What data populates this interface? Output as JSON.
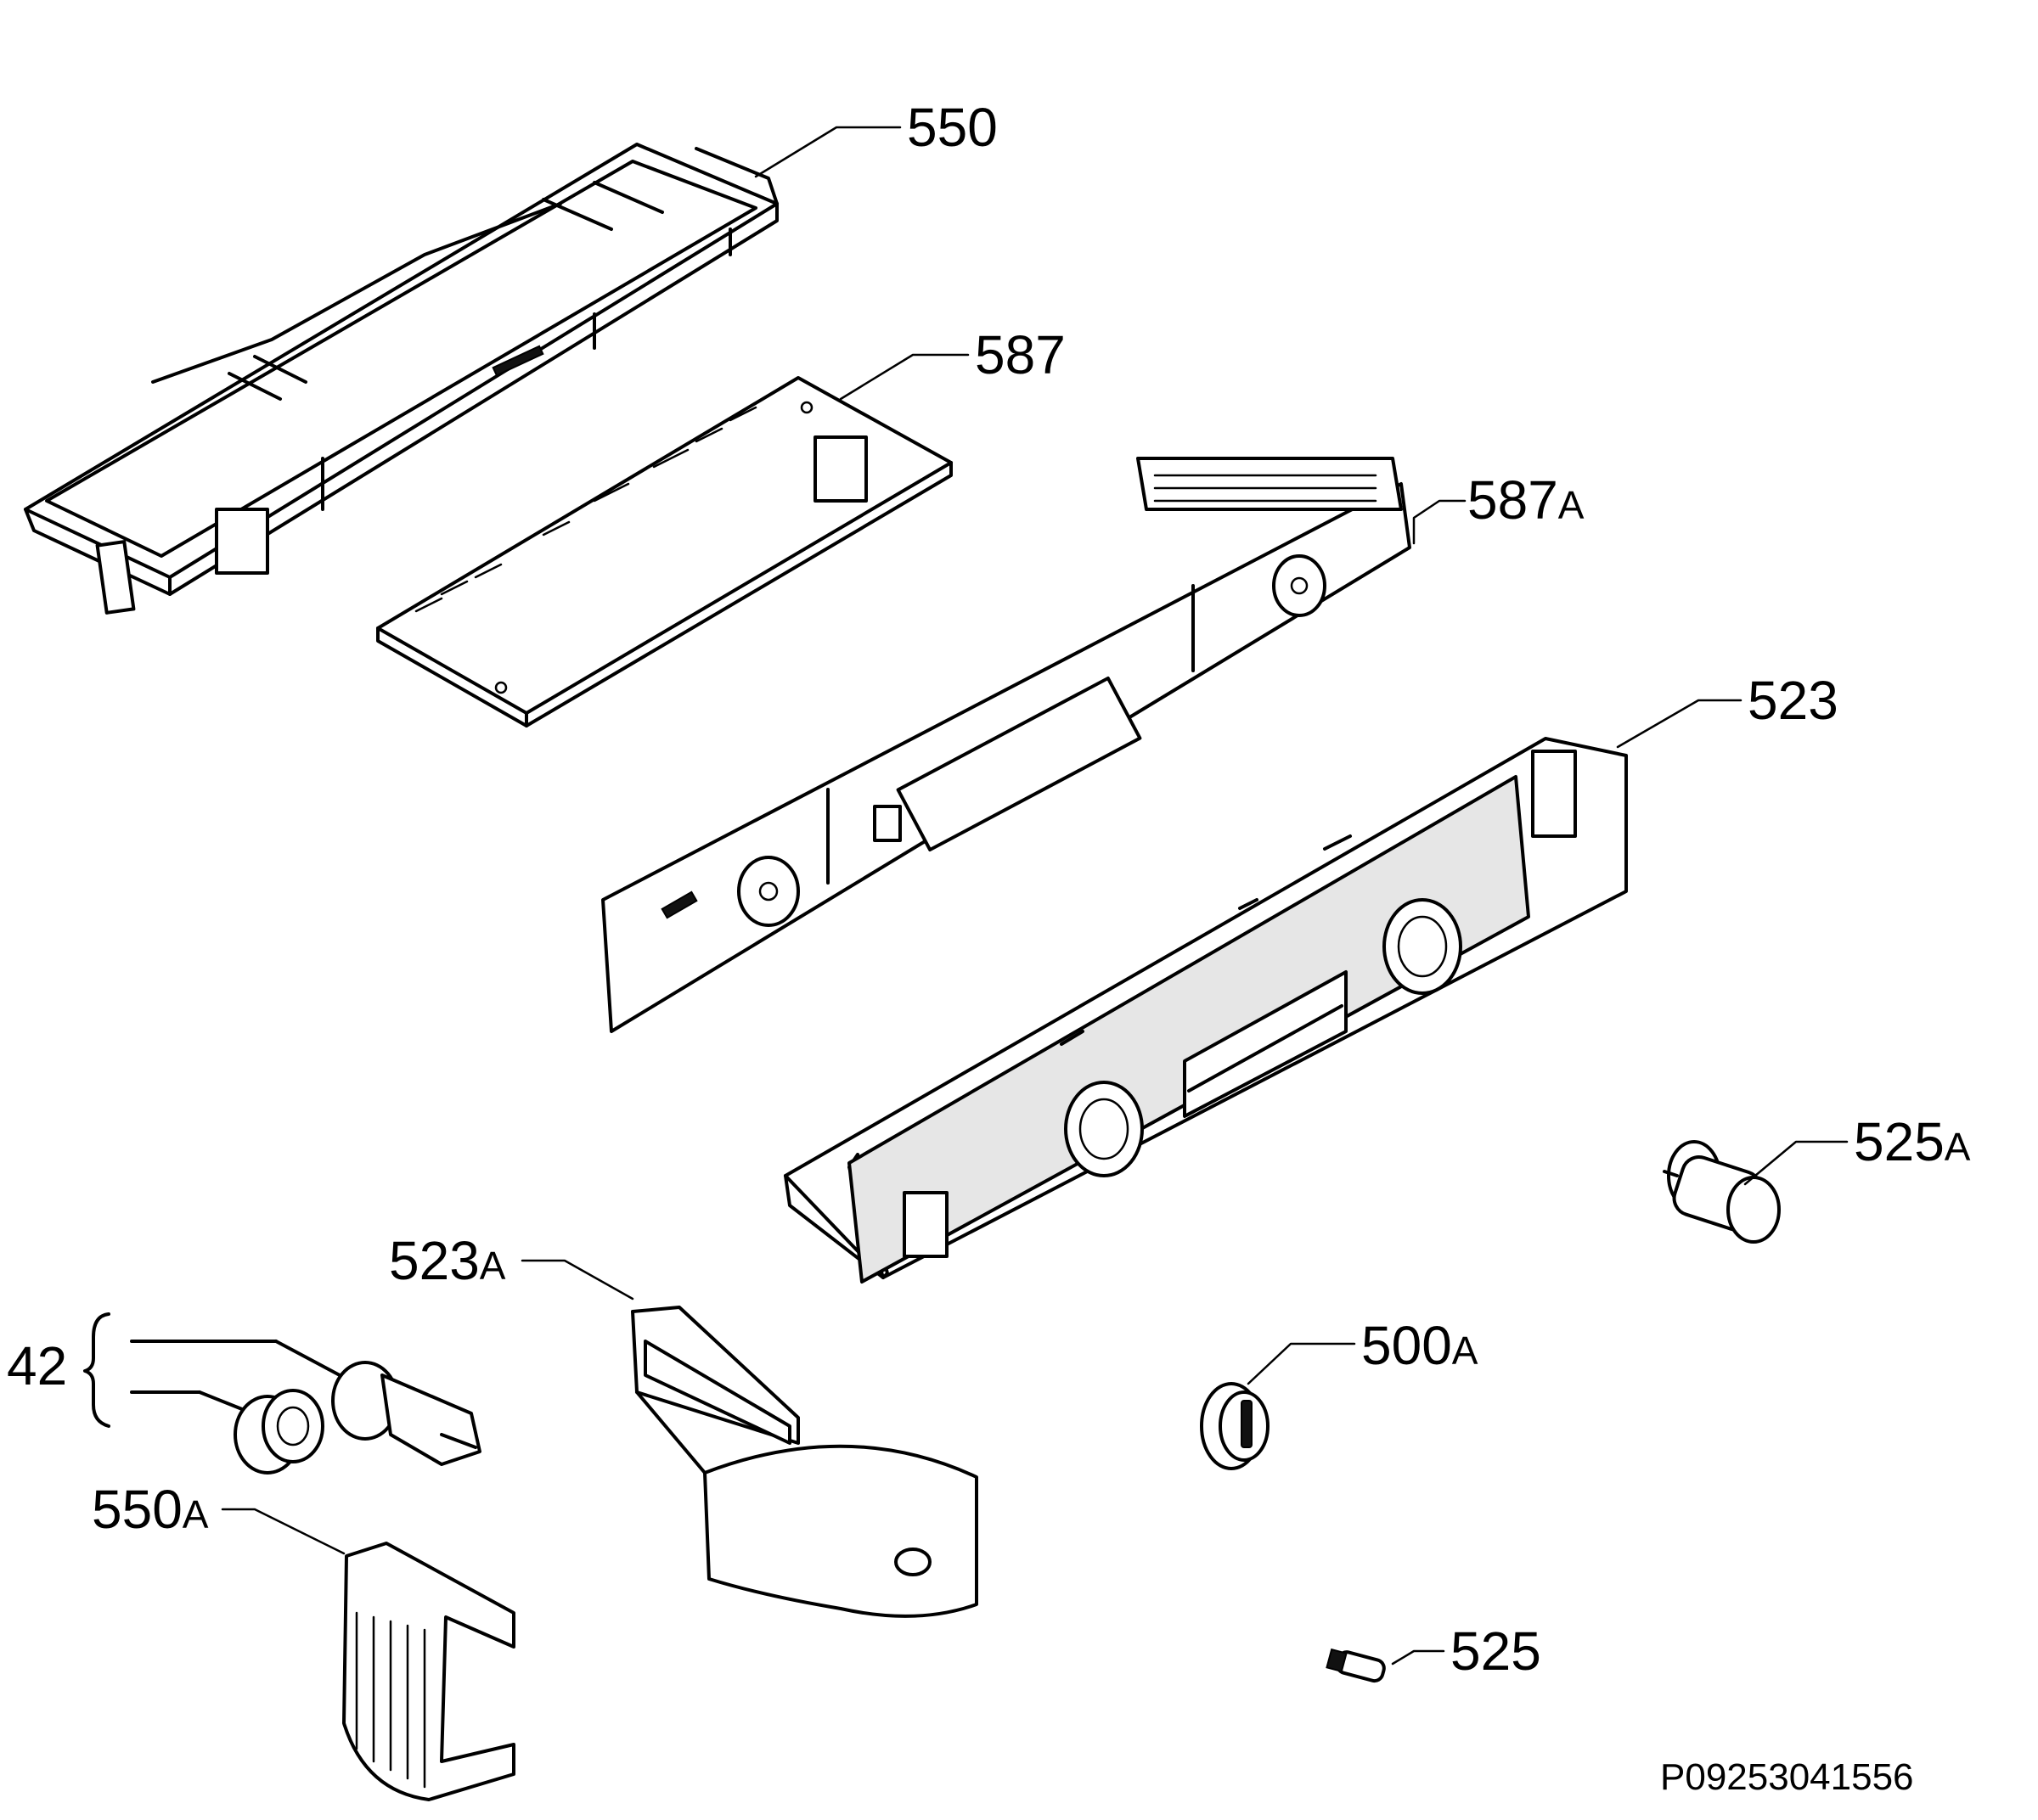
{
  "diagram": {
    "labels": {
      "l550": {
        "num": "550",
        "suffix": ""
      },
      "l587": {
        "num": "587",
        "suffix": ""
      },
      "l587A": {
        "num": "587",
        "suffix": "A"
      },
      "l523": {
        "num": "523",
        "suffix": ""
      },
      "l525A": {
        "num": "525",
        "suffix": "A"
      },
      "l523A": {
        "num": "523",
        "suffix": "A"
      },
      "l42": {
        "num": "42",
        "suffix": ""
      },
      "l500A": {
        "num": "500",
        "suffix": "A"
      },
      "l550A": {
        "num": "550",
        "suffix": "A"
      },
      "l525": {
        "num": "525",
        "suffix": ""
      }
    },
    "reference_code": "P09253041556"
  }
}
